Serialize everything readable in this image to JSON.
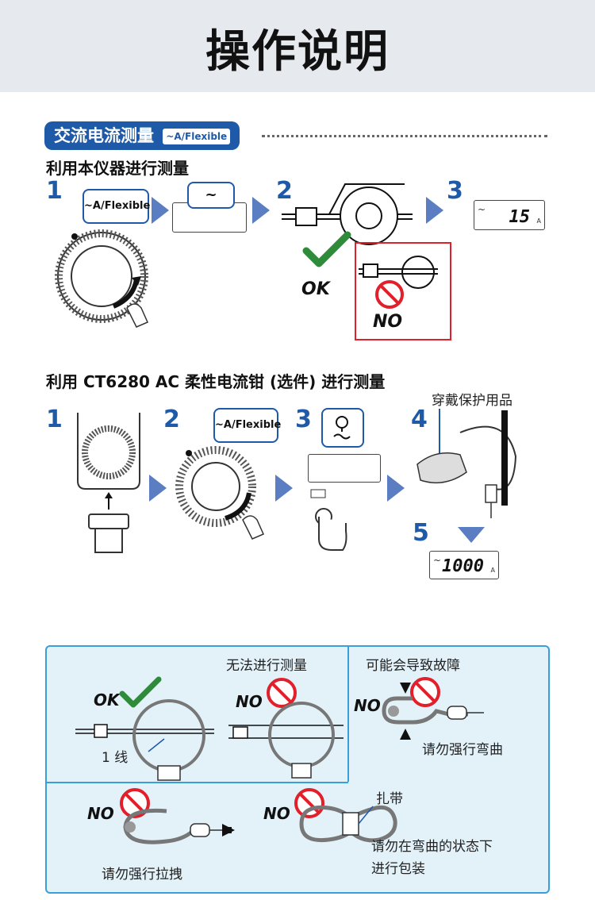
{
  "header": {
    "title": "操作说明"
  },
  "section_ac": {
    "pill_label": "交流电流测量",
    "pill_mode": "~A/Flexible",
    "subtitle_1": "利用本仪器进行测量",
    "step1": "1",
    "step2": "2",
    "step3": "3",
    "dial_bubble": "~A/Flexible",
    "lcd_bubble": "~",
    "ok_label": "OK",
    "no_label": "NO",
    "lcd_reading": "15",
    "unit": "A"
  },
  "section_flex": {
    "subtitle_2": "利用 CT6280 AC 柔性电流钳 (选件) 进行测量",
    "step1": "1",
    "step2": "2",
    "step3": "3",
    "step4": "4",
    "step5": "5",
    "dial_bubble": "~A/Flexible",
    "ppe_label": "穿戴保护用品",
    "lcd_reading": "1000",
    "unit": "A"
  },
  "warnings": {
    "cannot_measure": "无法进行测量",
    "may_fault": "可能会导致故障",
    "ok_label": "OK",
    "no_label": "NO",
    "one_wire": "1 线",
    "no_bend": "请勿强行弯曲",
    "no_pull": "请勿强行拉拽",
    "cable_tie": "扎带",
    "no_bundle_line1": "请勿在弯曲的状态下",
    "no_bundle_line2": "进行包装"
  },
  "colors": {
    "accent": "#1f5aa8",
    "arrow": "#5b7ec2",
    "check": "#2e8b3a",
    "prohibit": "#e0202a",
    "warn_bg": "#e3f1f9"
  }
}
